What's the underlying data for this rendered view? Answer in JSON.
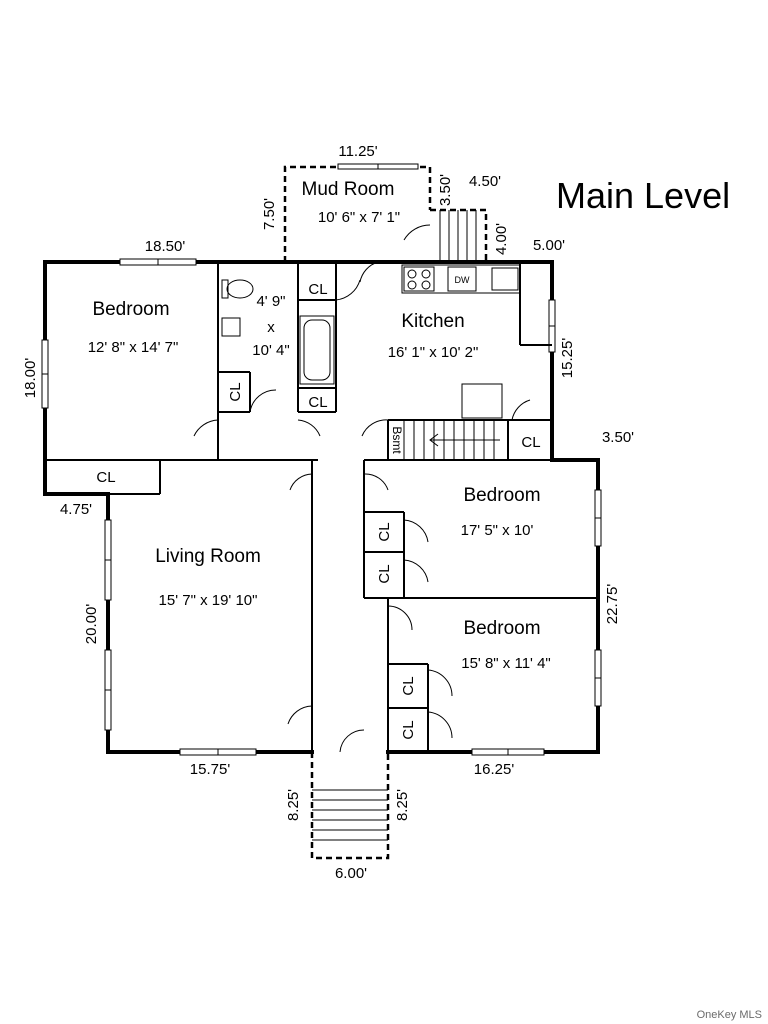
{
  "title": "Main Level",
  "watermark": "OneKey MLS",
  "rooms": {
    "mud_room": {
      "name": "Mud Room",
      "size": "10' 6\" x 7' 1\""
    },
    "bedroom_1": {
      "name": "Bedroom",
      "size": "12' 8\" x 14' 7\""
    },
    "bath": {
      "size_line1": "4' 9\"",
      "size_line2": "x",
      "size_line3": "10' 4\""
    },
    "kitchen": {
      "name": "Kitchen",
      "size": "16' 1\" x 10' 2\""
    },
    "living_room": {
      "name": "Living Room",
      "size": "15' 7\" x 19' 10\""
    },
    "bedroom_2": {
      "name": "Bedroom",
      "size": "17' 5\" x 10'"
    },
    "bedroom_3": {
      "name": "Bedroom",
      "size": "15' 8\" x 11' 4\""
    }
  },
  "labels": {
    "closet": "CL",
    "dishwasher": "DW",
    "basement": "Bsmt"
  },
  "dimensions": {
    "mud_top": "11.25'",
    "mud_left": "7.50'",
    "stair_top": "4.50'",
    "stair_left": "3.50'",
    "stair_right": "4.00'",
    "kitchen_step": "5.00'",
    "bedroom1_top": "18.50'",
    "bedroom1_left": "18.00'",
    "kitchen_right": "15.25'",
    "right_step": "3.50'",
    "left_step": "4.75'",
    "living_left": "20.00'",
    "right_side": "22.75'",
    "bottom_left": "15.75'",
    "bottom_right": "16.25'",
    "porch_left": "8.25'",
    "porch_right": "8.25'",
    "porch_bottom": "6.00'"
  }
}
